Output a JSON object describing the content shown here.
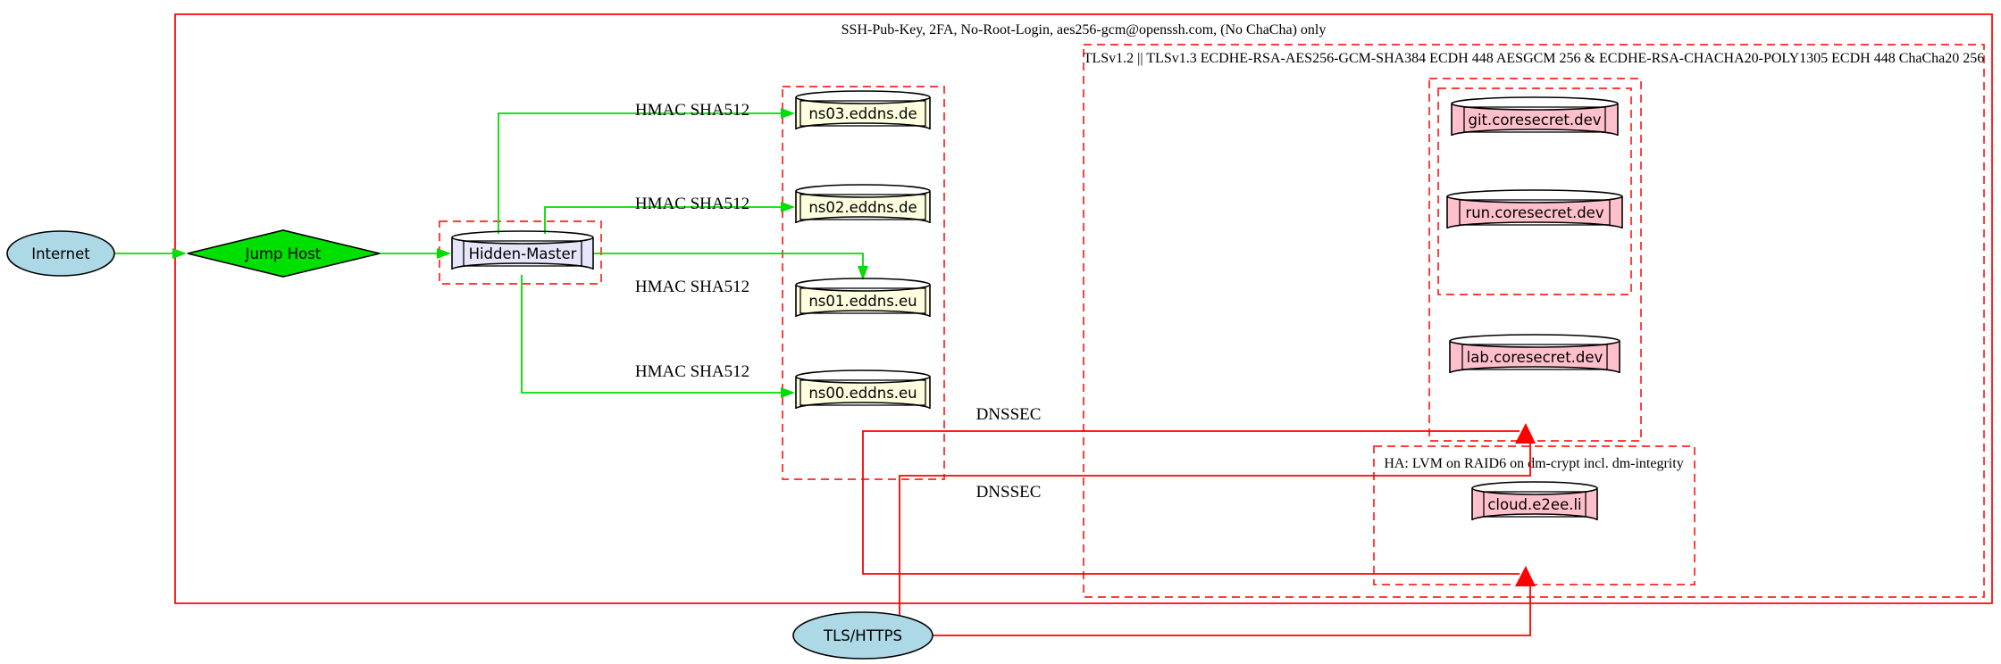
{
  "diagram": {
    "outer_cluster_label": "SSH-Pub-Key, 2FA, No-Root-Login, aes256-gcm@openssh.com, (No ChaCha) only",
    "tls_cluster_label": "TLSv1.2 || TLSv1.3 ECDHE-RSA-AES256-GCM-SHA384 ECDH 448 AESGCM 256 & ECDHE-RSA-CHACHA20-POLY1305 ECDH 448 ChaCha20 256",
    "ha_cluster_label": "HA: LVM on RAID6 on dm-crypt incl. dm-integrity"
  },
  "nodes": {
    "internet": "Internet",
    "jump_host": "Jump Host",
    "hidden_master": "Hidden-Master",
    "ns03": "ns03.eddns.de",
    "ns02": "ns02.eddns.de",
    "ns01": "ns01.eddns.eu",
    "ns00": "ns00.eddns.eu",
    "git": "git.coresecret.dev",
    "run": "run.coresecret.dev",
    "lab": "lab.coresecret.dev",
    "cloud": "cloud.e2ee.li",
    "tls_https": "TLS/HTTPS"
  },
  "edge_labels": {
    "hmac_ns03": "HMAC SHA512",
    "hmac_ns02": "HMAC SHA512",
    "hmac_ns01": "HMAC SHA512",
    "hmac_ns00": "HMAC SHA512",
    "dnssec_1": "DNSSEC",
    "dnssec_2": "DNSSEC"
  },
  "colors": {
    "cluster_solid_border": "#ff0000",
    "cluster_dashed_border": "#ff2222",
    "secure_edge_green": "#00dd00",
    "insecure_edge_red": "#ff0000",
    "internet_fill": "#add8e6",
    "jump_host_fill": "#00e000",
    "hidden_master_fill": "#e6e6fa",
    "nameserver_fill": "#ffffe0",
    "service_fill": "#ffc0cb",
    "node_stroke": "#000000"
  }
}
